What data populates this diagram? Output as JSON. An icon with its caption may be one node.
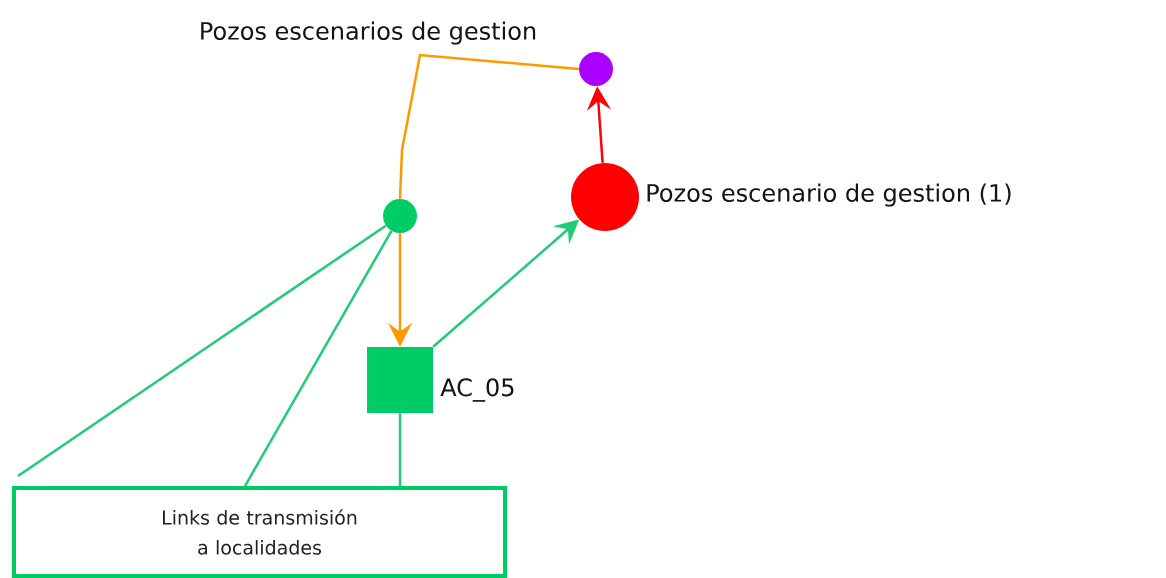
{
  "diagram": {
    "nodes": [
      {
        "text": [],
        "shape": "circle",
        "beside": [
          "Pozos escenarios de gestion"
        ]
      },
      {
        "text": [],
        "shape": "circle"
      },
      {
        "text": [],
        "shape": "circle",
        "beside": [
          "Pozos escenario de gestion (1)"
        ]
      },
      {
        "text": [],
        "shape": "box",
        "beside": [
          "AC_05"
        ]
      },
      {
        "text": [
          "Links de transmisión a localidades"
        ]
      }
    ],
    "edges": [
      {
        "from": 1,
        "to": 0,
        "arrow": "none",
        "color": "#ff9900"
      },
      {
        "from": 1,
        "to": 3,
        "arrow": "to",
        "color": "#ff9900"
      },
      {
        "from": 3,
        "to": 2,
        "arrow": "to"
      },
      {
        "from": 2,
        "to": 0,
        "arrow": "to",
        "color": "#ff0000"
      },
      {
        "from": 4,
        "to": 1,
        "arrow": "none"
      },
      {
        "from": 4,
        "to": 1,
        "arrow": "none"
      },
      {
        "from": 4,
        "to": 3,
        "arrow": "none"
      }
    ]
  }
}
